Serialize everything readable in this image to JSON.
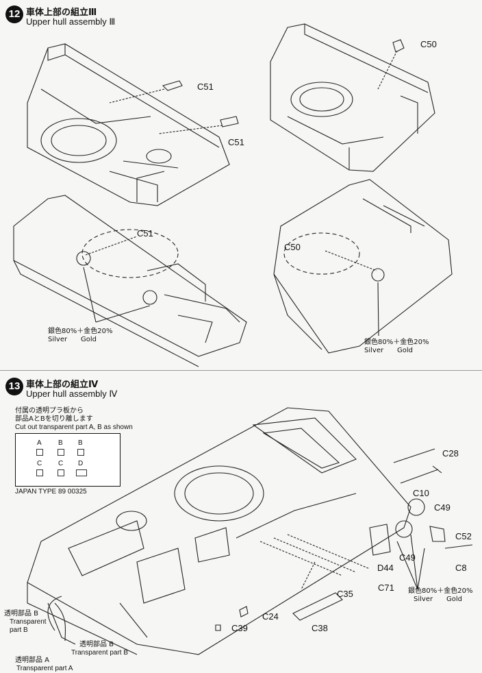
{
  "step12": {
    "number": "12",
    "title_jp": "車体上部の組立Ⅲ",
    "title_en": "Upper hull assembly Ⅲ"
  },
  "step13": {
    "number": "13",
    "title_jp": "車体上部の組立Ⅳ",
    "title_en": "Upper hull assembly Ⅳ"
  },
  "labels12": {
    "c51_a": "C51",
    "c51_b": "C51",
    "c51_c": "C51",
    "c50_a": "C50",
    "c50_b": "C50"
  },
  "paint12": {
    "left_jp": "銀色80%＋金色20%",
    "left_silver": "Silver",
    "left_gold": "Gold",
    "right_jp": "銀色80%＋金色20%",
    "right_silver": "Silver",
    "right_gold": "Gold"
  },
  "cutout": {
    "jp_line1": "付属の透明プラ板から",
    "jp_line2": "部品AとBを切り離します",
    "en": "Cut out transparent part A, B as shown",
    "cells": [
      "A",
      "B",
      "B",
      "C",
      "C",
      "D"
    ],
    "code": "JAPAN TYPE 89 00325"
  },
  "labels13": {
    "c28": "C28",
    "c10": "C10",
    "c49_a": "C49",
    "c52": "C52",
    "c49_b": "C49",
    "d44": "D44",
    "c8": "C8",
    "c71": "C71",
    "c35": "C35",
    "c24": "C24",
    "c39": "C39",
    "c38": "C38"
  },
  "paint13": {
    "jp": "銀色80%＋金色20%",
    "silver": "Silver",
    "gold": "Gold"
  },
  "transparent": {
    "b_jp": "透明部品 B",
    "b_en1": "Transparent",
    "b_en2": "part B",
    "b2_jp": "透明部品 B",
    "b2_en": "Transparent part B",
    "a_jp": "透明部品 A",
    "a_en": "Transparent part A"
  }
}
